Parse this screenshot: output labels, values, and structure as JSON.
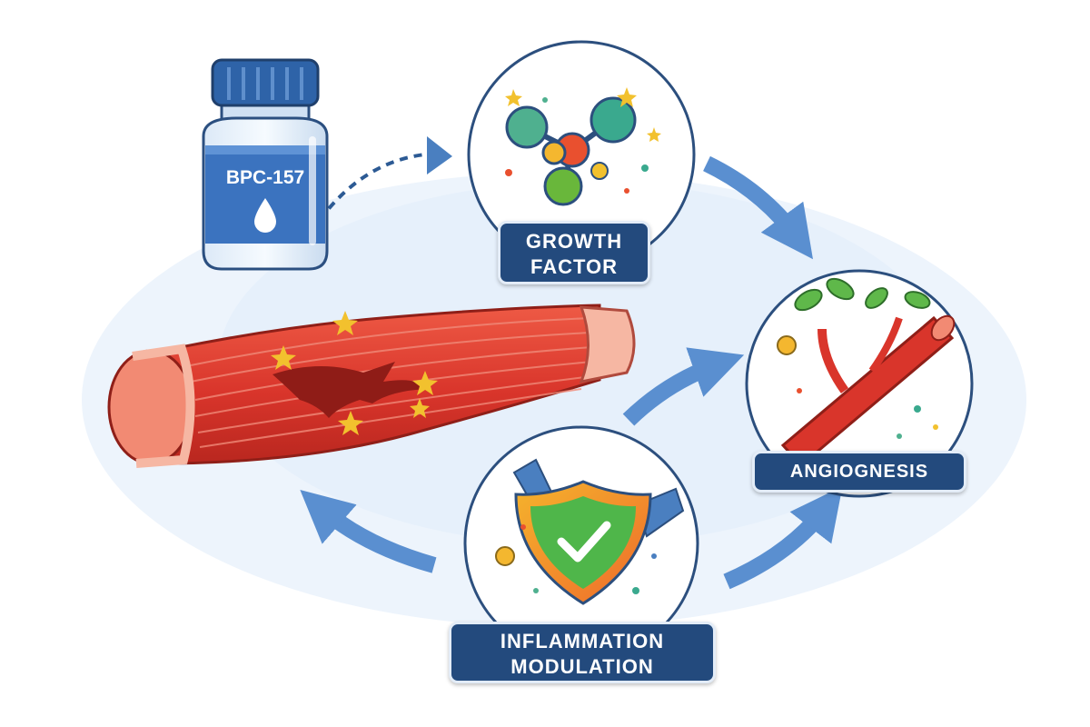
{
  "vial": {
    "label": "BPC-157"
  },
  "labels": {
    "growth_factor": [
      "GROWTH",
      "FACTOR"
    ],
    "angiogenesis": "ANGIOGNESIS",
    "inflammation_modulation": [
      "INFLAMMATION",
      "MODULATION"
    ]
  },
  "colors": {
    "navy": "#234a7d",
    "arrow_blue": "#5a8fd0",
    "muscle_red": "#d9352b",
    "background_wash": "#e8f1fb"
  },
  "icons": [
    "medicine-vial-icon",
    "water-drop-icon",
    "molecule-icon",
    "blood-vessel-icon",
    "leaf-sprout-icon",
    "shield-icon",
    "checkmark-icon",
    "muscle-fiber-icon"
  ]
}
